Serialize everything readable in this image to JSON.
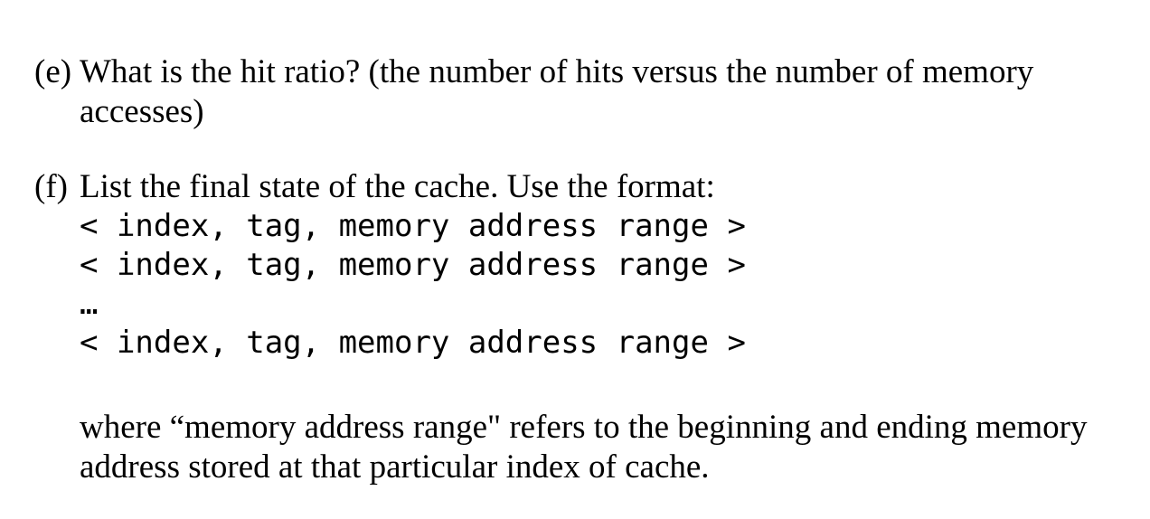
{
  "doc": {
    "item_e": {
      "label": "(e)",
      "line1": "What is the hit ratio? (the number of hits versus the number of memory",
      "line2": "accesses)"
    },
    "item_f": {
      "label": "(f)",
      "intro": "List the final state of the cache. Use the format:",
      "code_lines": [
        "< index, tag, memory address range >",
        "< index, tag, memory address range >",
        "…",
        "< index, tag, memory address range >"
      ],
      "note_line1": "where “memory address range\" refers to the beginning and ending memory",
      "note_line2": "address stored at that particular index of cache."
    }
  },
  "colors": {
    "background": "#ffffff",
    "text": "#000000"
  }
}
